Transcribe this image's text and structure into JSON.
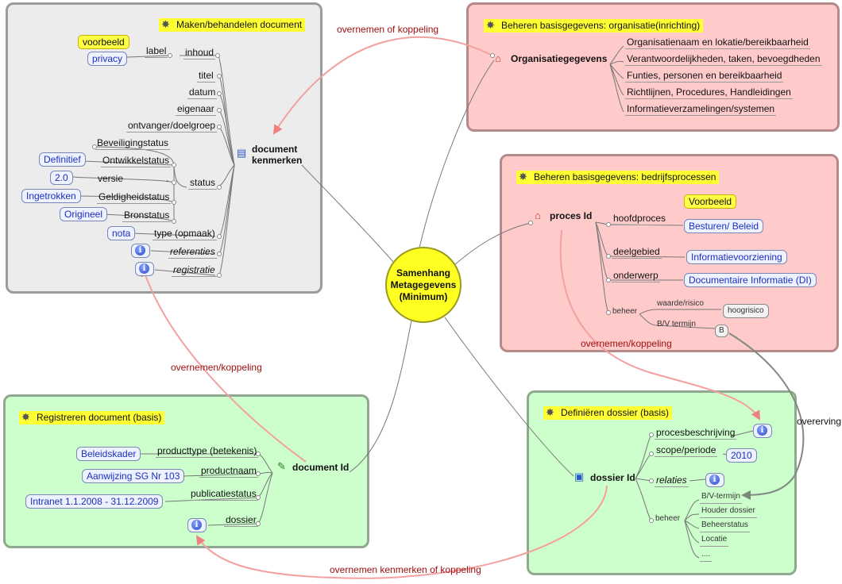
{
  "center": {
    "line1": "Samenhang",
    "line2": "Metagegevens",
    "line3": "(Minimum)"
  },
  "panels": {
    "document": {
      "title": "Maken/behandelen document",
      "root_line1": "document",
      "root_line2": "kenmerken",
      "labels": {
        "inhoud": "inhoud",
        "label": "label",
        "titel": "titel",
        "datum": "datum",
        "eigenaar": "eigenaar",
        "ontvanger": "ontvanger/doelgroep",
        "beveiliging": "Beveiligingstatus",
        "ontwikkel": "Ontwikkelstatus",
        "versie": "versie",
        "geldigheid": "Geldigheidstatus",
        "bron": "Bronstatus",
        "status": "status",
        "type": "type (opmaak)",
        "referenties": "referenties",
        "registratie": "registratie"
      },
      "values": {
        "voorbeeld": "voorbeeld",
        "privacy": "privacy",
        "definitief": "Definitief",
        "versie": "2.0",
        "ingetrokken": "Ingetrokken",
        "origineel": "Origineel",
        "nota": "nota",
        "dot": "."
      }
    },
    "organisatie": {
      "title": "Beheren basisgegevens: organisatie(inrichting)",
      "root": "Organisatiegegevens",
      "items": [
        "Organisatienaam en lokatie/bereikbaarheid",
        "Verantwoordelijkheden, taken, bevoegdheden",
        "Funties, personen en bereikbaarheid",
        "Richtlijnen, Procedures, Handleidingen",
        "Informatieverzamelingen/systemen"
      ]
    },
    "proces": {
      "title": "Beheren basisgegevens: bedrijfsprocessen",
      "root": "proces Id",
      "voorbeeld": "Voorbeeld",
      "labels": {
        "hoofdproces": "hoofdproces",
        "deelgebied": "deelgebied",
        "onderwerp": "onderwerp",
        "beheer": "beheer",
        "waarde": "waarde/risico",
        "bv": "B/V termijn"
      },
      "values": {
        "hoofdproces": "Besturen/ Beleid",
        "deelgebied": "Informatievoorziening",
        "onderwerp": "Documentaire Informatie (DI)",
        "waarde": "hoogrisico",
        "bv": "B"
      }
    },
    "registreren": {
      "title": "Registreren document (basis)",
      "root": "document Id",
      "labels": {
        "producttype": "producttype (betekenis)",
        "productnaam": "productnaam",
        "publicatiestatus": "publicatiestatus",
        "dossier": "dossier"
      },
      "values": {
        "producttype": "Beleidskader",
        "productnaam": "Aanwijzing SG Nr 103",
        "publicatiestatus": "Intranet 1.1.2008  - 31.12.2009"
      }
    },
    "dossier": {
      "title": "Definiëren dossier (basis)",
      "root": "dossier Id",
      "labels": {
        "procesbeschrijving": "procesbeschrijving",
        "scope": "scope/periode",
        "relaties": "relaties",
        "beheer": "beheer"
      },
      "values": {
        "scope": "2010"
      },
      "beheer_items": [
        "B/V-termijn",
        "Houder dossier",
        "Beheerstatus",
        "Locatie",
        "...."
      ]
    }
  },
  "links": {
    "org_to_doc": "overnemen of koppeling",
    "docid_to_reg": "overnemen/koppeling",
    "proces_to_dossier": "overnemen/koppeling",
    "overerving": "overerving",
    "dossier_to_docid": "overnemen kenmerken of koppeling"
  },
  "icons": {
    "wand": "magic-wand-icon",
    "house": "house-icon",
    "doc": "document-list-icon",
    "pencil": "pencil-icon",
    "folder": "folder-icon",
    "info": "info-icon"
  }
}
